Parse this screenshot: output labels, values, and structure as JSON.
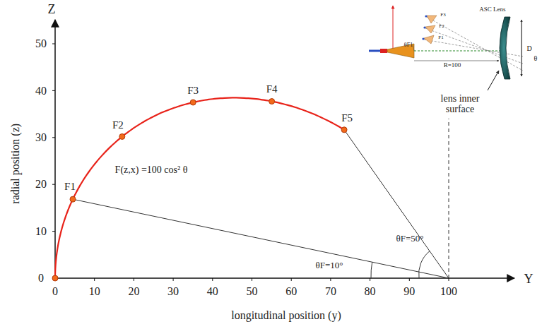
{
  "diagram": {
    "nodes": [],
    "edges": [],
    "labels": [
      "Z",
      "50",
      "40",
      "30",
      "20",
      "10",
      "0",
      "0",
      "10",
      "20",
      "30",
      "40",
      "50",
      "60",
      "70",
      "80",
      "90",
      "100",
      "Y",
      "radial position (z)",
      "longitudinal position (y)",
      "F1",
      "F2",
      "F3",
      "F4",
      "F5",
      "F(z,x) =100 cos² θ",
      "θF=10°",
      "θF=50°",
      "lens inner surface",
      "ASC Lens",
      "F1",
      "F2",
      "F3",
      "θF1",
      "R=100",
      "D",
      "θ"
    ]
  }
}
